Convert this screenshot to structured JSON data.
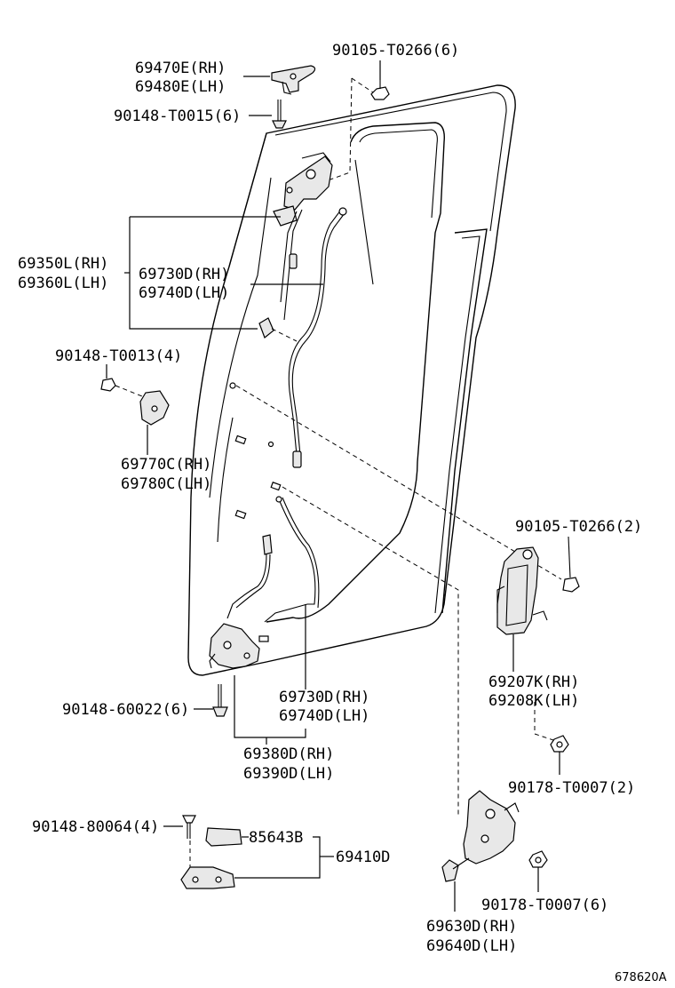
{
  "labels": {
    "p69470E": "69470E(RH)",
    "p69480E": "69480E(LH)",
    "p90105_top": "90105-T0266(6)",
    "p90148_T0015": "90148-T0015(6)",
    "p69350L": "69350L(RH)",
    "p69360L": "69360L(LH)",
    "p69730D_a": "69730D(RH)",
    "p69740D_a": "69740D(LH)",
    "p90148_T0013": "90148-T0013(4)",
    "p69770C": "69770C(RH)",
    "p69780C": "69780C(LH)",
    "p90105_mid": "90105-T0266(2)",
    "p69207K": "69207K(RH)",
    "p69208K": "69208K(LH)",
    "p69730D_b": "69730D(RH)",
    "p69740D_b": "69740D(LH)",
    "p90148_60022": "90148-60022(6)",
    "p69380D": "69380D(RH)",
    "p69390D": "69390D(LH)",
    "p90178_a": "90178-T0007(2)",
    "p90148_80064": "90148-80064(4)",
    "p85643B": "85643B",
    "p69410D": "69410D",
    "p90178_b": "90178-T0007(6)",
    "p69630D": "69630D(RH)",
    "p69640D": "69640D(LH)",
    "diagram_id": "678620A"
  }
}
